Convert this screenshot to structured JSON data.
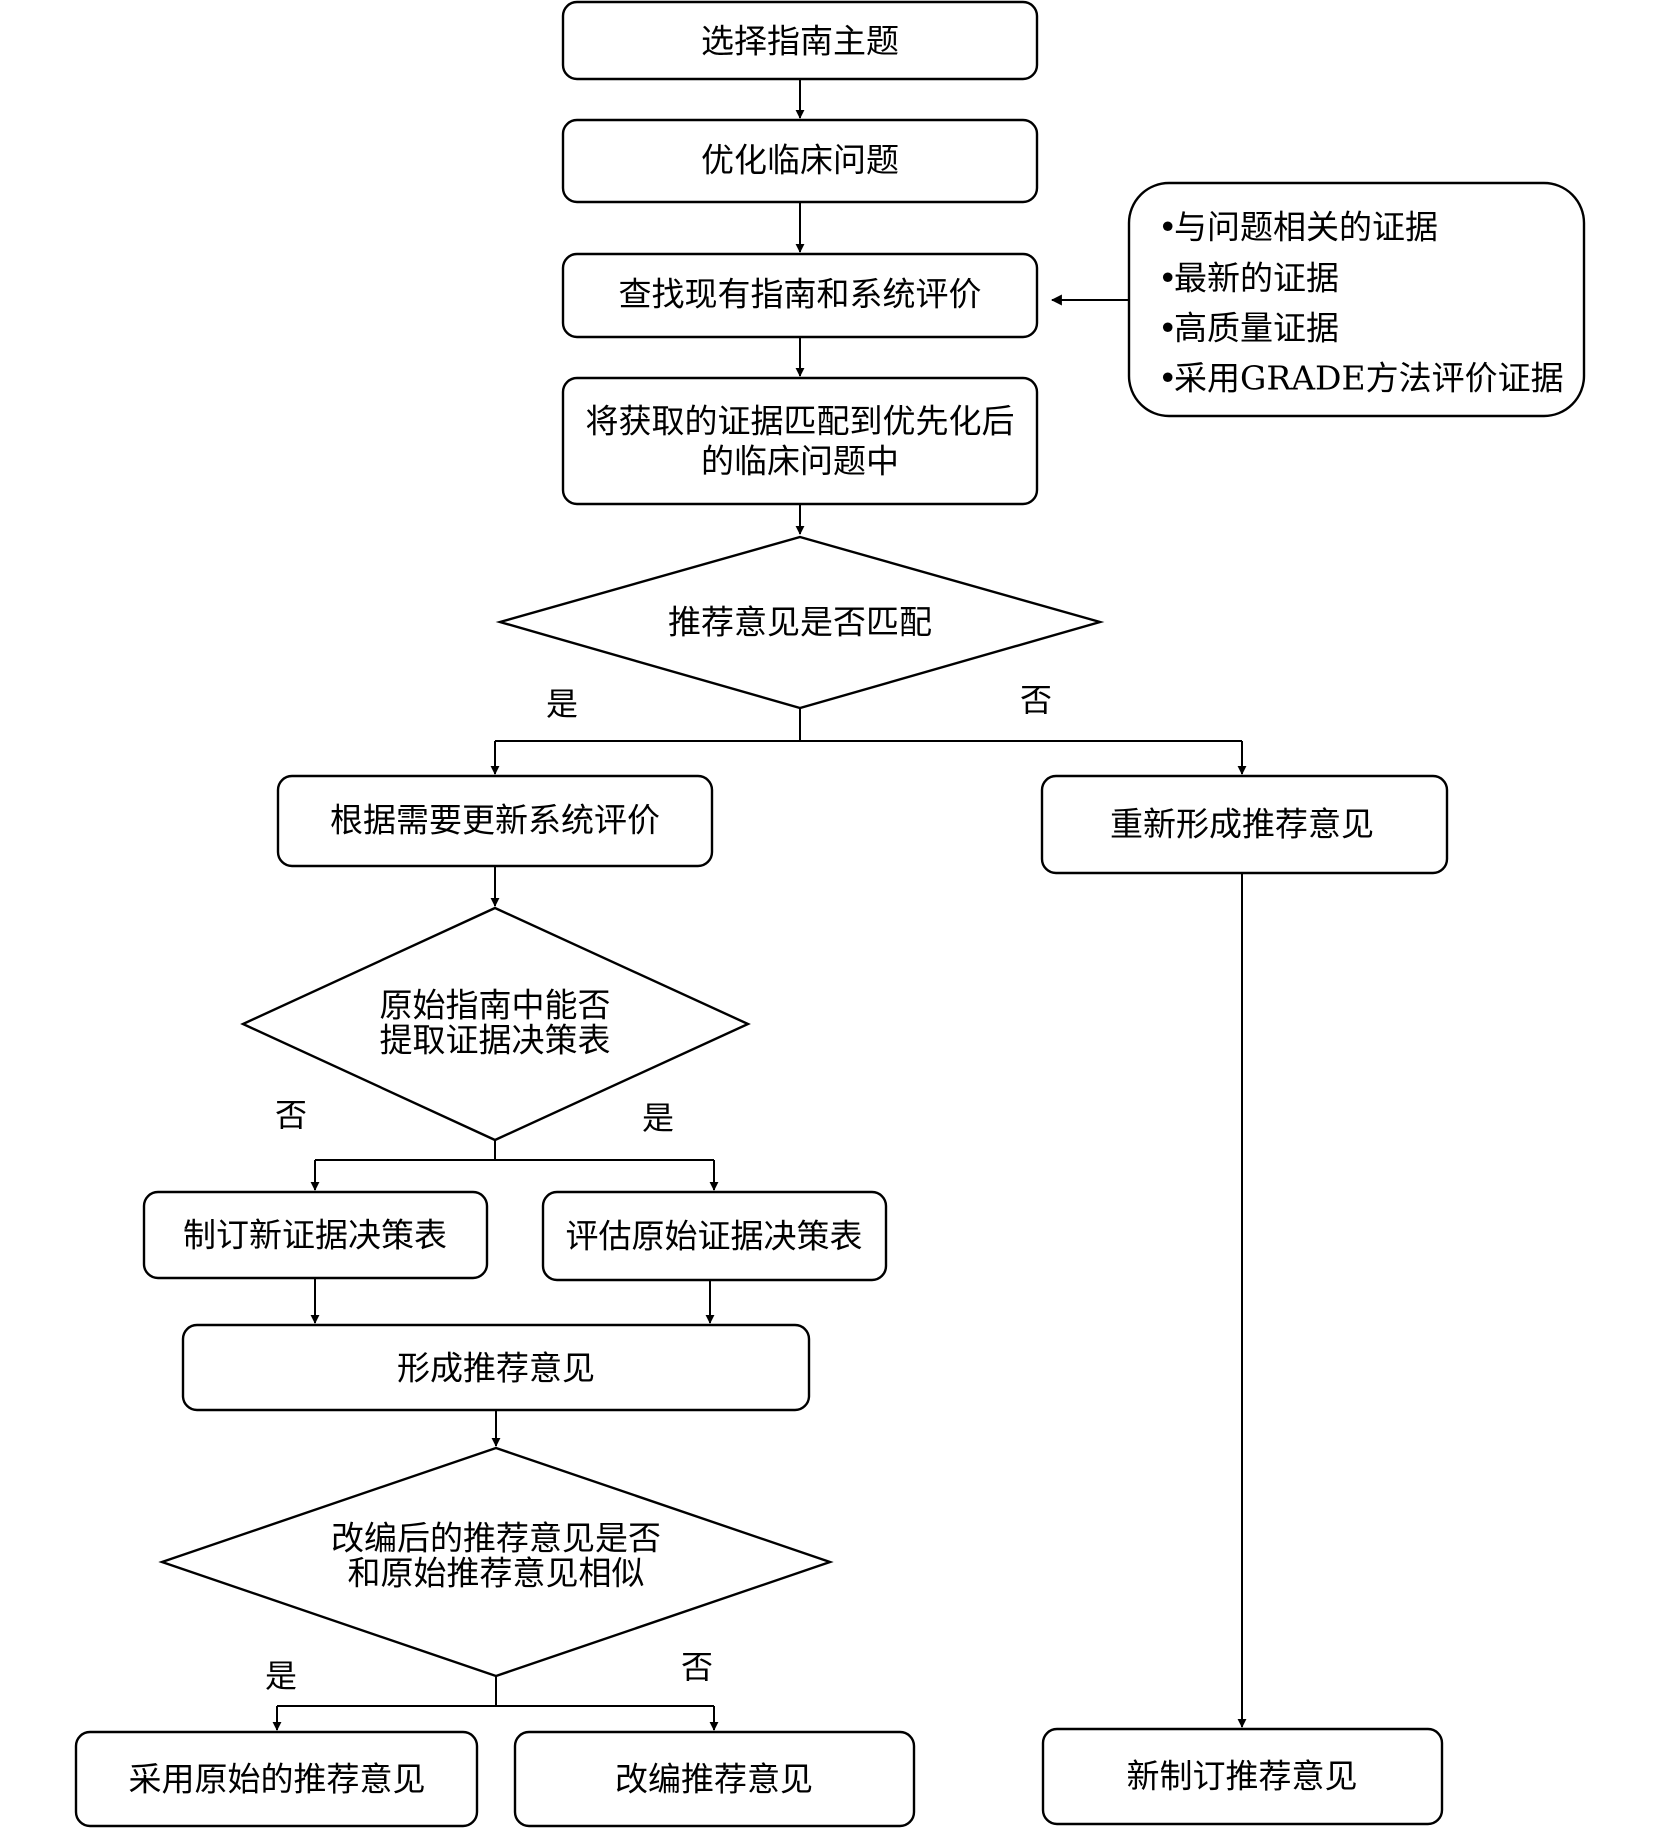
{
  "nodes": {
    "select_topic": "选择指南主题",
    "optimize_question": "优化临床问题",
    "search_guidelines": "查找现有指南和系统评价",
    "evidence_criteria": [
      "与问题相关的证据",
      "最新的证据",
      "高质量证据",
      "采用GRADE方法评价证据"
    ],
    "match_evidence": [
      "将获取的证据匹配到优先化后",
      "的临床问题中"
    ],
    "recommendation_match": "推荐意见是否匹配",
    "update_review": "根据需要更新系统评价",
    "reformulate": "重新形成推荐意见",
    "extract_table": [
      "原始指南中能否",
      "提取证据决策表"
    ],
    "new_table": "制订新证据决策表",
    "assess_table": "评估原始证据决策表",
    "form_recommendation": "形成推荐意见",
    "similar_question": [
      "改编后的推荐意见是否",
      "和原始推荐意见相似"
    ],
    "adopt_original": "采用原始的推荐意见",
    "adapt": "改编推荐意见",
    "new_recommendation": "新制订推荐意见"
  },
  "edge_labels": {
    "match_yes": "是",
    "match_no": "否",
    "extract_no": "否",
    "extract_yes": "是",
    "similar_yes": "是",
    "similar_no": "否"
  },
  "bullet": "•"
}
